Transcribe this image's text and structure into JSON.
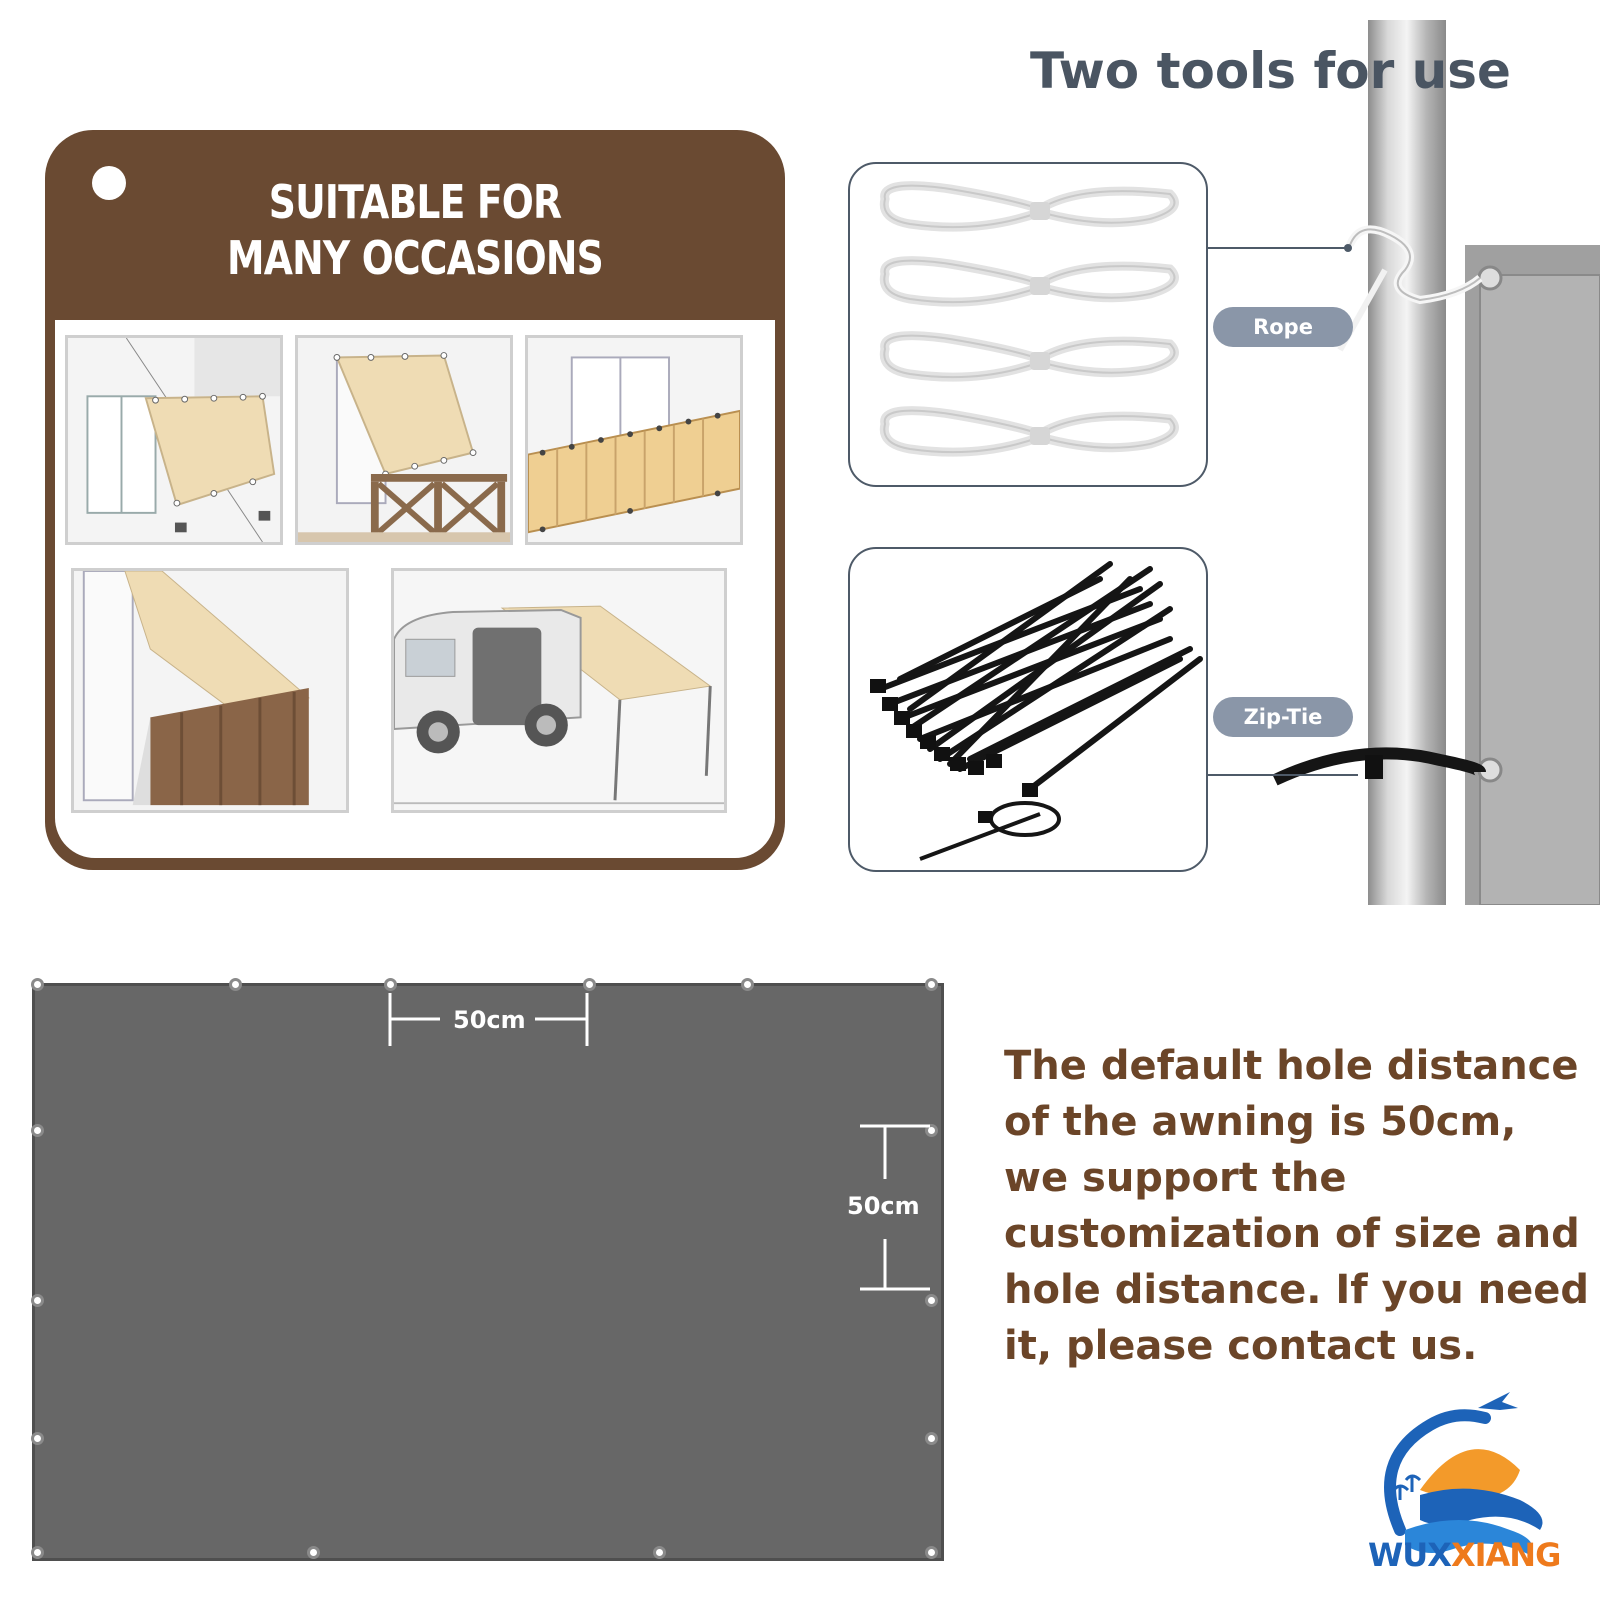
{
  "occasions_card": {
    "title_line1": "SUITABLE FOR",
    "title_line2": "MANY OCCASIONS"
  },
  "tools": {
    "title": "Two tools for use",
    "rope_label": "Rope",
    "zip_tie_label": "Zip-Tie"
  },
  "awning": {
    "horizontal_spacing": "50cm",
    "vertical_spacing": "50cm"
  },
  "description": "The default hole distance of the awning is 50cm, we support the customization of size and hole distance. If you need it, please contact us.",
  "logo": {
    "text_part1": "WUX",
    "text_part2": "XIANG"
  },
  "colors": {
    "card_brown": "#6a4a32",
    "title_gray": "#4a5562",
    "description_brown": "#6b4528",
    "awning_gray": "#676767",
    "logo_blue": "#1d63b8",
    "logo_orange": "#ee7a1c"
  }
}
